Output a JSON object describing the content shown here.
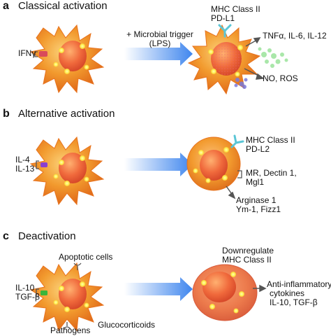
{
  "panels": [
    {
      "letter": "a",
      "title": "Classical activation",
      "inputs": [
        "IFNγ"
      ],
      "arrow_label_1": "+ Microbial trigger",
      "arrow_label_2": "(LPS)",
      "surface_markers": [
        "MHC Class II",
        "PD-L1"
      ],
      "outputs": [
        "TNFα, IL-6, IL-12",
        "NO, ROS"
      ],
      "colors": {
        "receptor": "#d94a5a",
        "marker": "#5bc6d6",
        "cytokine_cloud": "#7bd87b",
        "radical_cloud": "#6a6ad0"
      }
    },
    {
      "letter": "b",
      "title": "Alternative activation",
      "inputs": [
        "IL-4",
        "IL-13"
      ],
      "surface_markers": [
        "MHC Class II",
        "PD-L2"
      ],
      "outputs": [
        "MR, Dectin 1,",
        "Mgl1",
        "Arginase 1",
        "Ym-1, Fizz1"
      ],
      "colors": {
        "receptor": "#8a3fd0",
        "marker": "#5bc6d6"
      }
    },
    {
      "letter": "c",
      "title": "Deactivation",
      "inputs": [
        "IL-10",
        "TGF-β"
      ],
      "side_signals": [
        "Apoptotic cells",
        "Pathogens",
        "Glucocorticoids"
      ],
      "surface_markers": [
        "Downregulate",
        "MHC Class II"
      ],
      "outputs": [
        "Anti-inflammatory",
        "cytokines",
        "IL-10, TGF-β"
      ],
      "colors": {
        "receptor": "#39b53a",
        "deactivated_cell": "#e8704a"
      }
    }
  ],
  "colors": {
    "cell_fill": "#f29a2e",
    "nucleus": "#f06a3c",
    "granule": "#fff05a",
    "arrow": "#4a8ef0"
  }
}
